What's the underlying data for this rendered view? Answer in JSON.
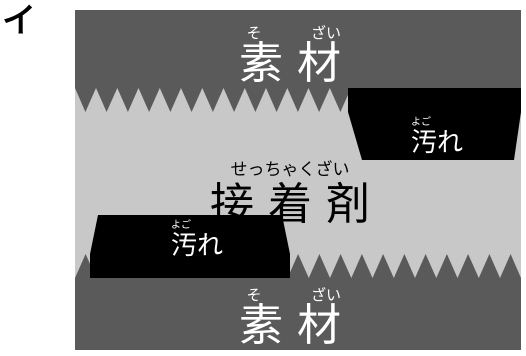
{
  "label": "イ",
  "top_material": {
    "main": "素 材",
    "ruby_so": "そ",
    "ruby_zai": "ざい"
  },
  "adhesive": {
    "main": "接 着 剤",
    "ruby": "せっちゃくざい"
  },
  "bottom_material": {
    "main": "素 材",
    "ruby_so": "そ",
    "ruby_zai": "ざい"
  },
  "dirt_right": {
    "main": "汚れ",
    "ruby": "よご"
  },
  "dirt_left": {
    "main": "汚れ",
    "ruby": "よご"
  },
  "colors": {
    "material": "#5a5a5a",
    "adhesive": "#c8c8c8",
    "dirt": "#000000",
    "text_light": "#ffffff",
    "text_dark": "#000000"
  }
}
